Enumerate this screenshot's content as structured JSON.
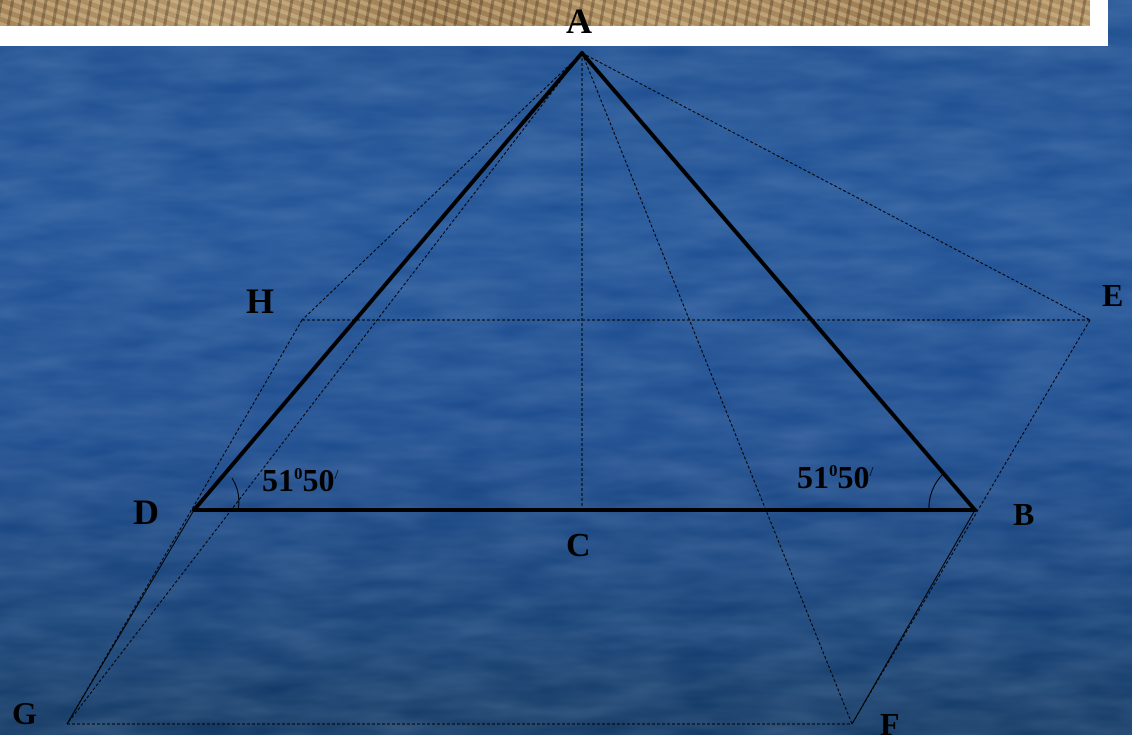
{
  "points": {
    "A": "A",
    "B": "B",
    "C": "C",
    "D": "D",
    "E": "E",
    "F": "F",
    "G": "G",
    "H": "H"
  },
  "angles": {
    "left": {
      "deg": "51",
      "deg_mark": "0",
      "min": "50",
      "min_mark": "/"
    },
    "right": {
      "deg": "51",
      "deg_mark": "0",
      "min": "50",
      "min_mark": "/"
    }
  },
  "colors": {
    "background": "#1c4f93",
    "lines": "#000000",
    "photo_strip": "#a7865a"
  }
}
